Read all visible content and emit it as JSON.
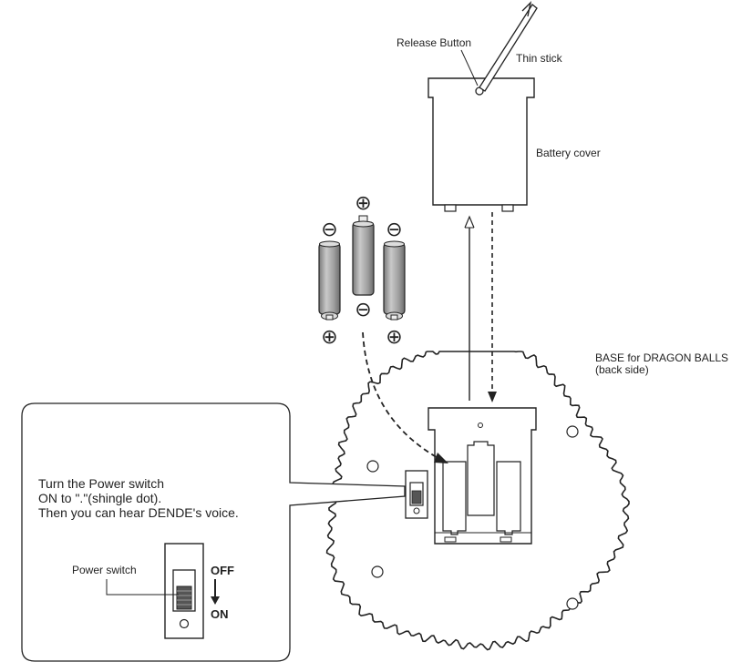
{
  "labels": {
    "release_button": "Release Button",
    "thin_stick": "Thin stick",
    "battery_cover": "Battery cover",
    "base_line1": "BASE for DRAGON BALLS",
    "base_line2": "(back side)",
    "instruction_line1": "Turn the Power switch",
    "instruction_line2": "ON to \".\"(shingle dot).",
    "instruction_line3": "Then you can hear DENDE's voice.",
    "power_switch": "Power switch",
    "off": "OFF",
    "on": "ON"
  },
  "battery_polarity": {
    "plus": "⊕",
    "minus": "⊖"
  },
  "colors": {
    "line": "#222222",
    "battery_fill": "#9a9a9a",
    "knob_fill": "#555555"
  }
}
